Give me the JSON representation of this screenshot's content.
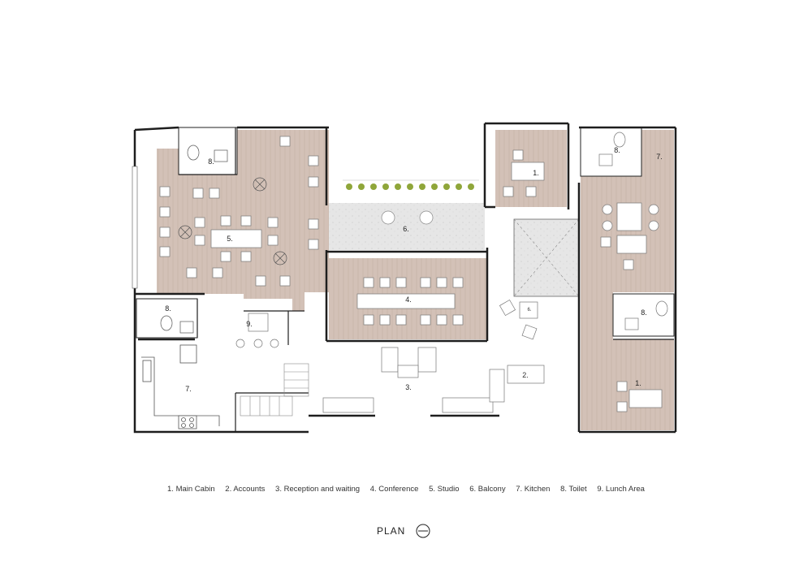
{
  "rooms": {
    "studio": "5.",
    "toilet_a": "8.",
    "toilet_b": "8.",
    "toilet_c": "8.",
    "toilet_d": "8.",
    "lunch": "9.",
    "kitchen_a": "7.",
    "kitchen_b": "7.",
    "balcony": "6.",
    "conference": "4.",
    "reception": "3.",
    "accounts": "2.",
    "main_cabin_a": "1.",
    "main_cabin_b": "1.",
    "stair_tag": "6."
  },
  "legend": [
    "1. Main Cabin",
    "2. Accounts",
    "3. Reception and waiting",
    "4. Conference",
    "5. Studio",
    "6. Balcony",
    "7. Kitchen",
    "8. Toilet",
    "9. Lunch Area"
  ],
  "title": "PLAN",
  "colors": {
    "wood": "#d2c0b6",
    "terrazzo": "#e4e4e4",
    "wall": "#1e1e1e",
    "plant": "#8fa63a"
  }
}
